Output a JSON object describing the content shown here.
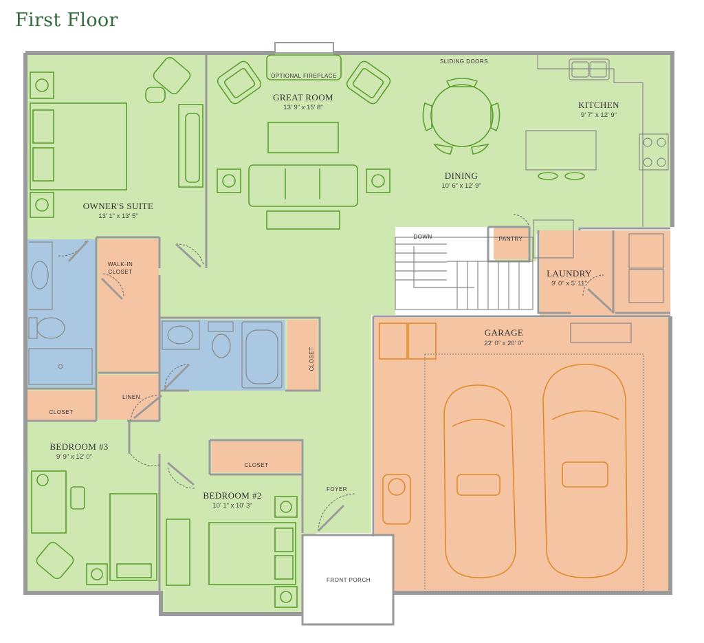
{
  "title": "First Floor",
  "colors": {
    "living": "#cfe8b2",
    "bath": "#aac8e2",
    "storage": "#f5c4a3",
    "outdoor": "#ffffff",
    "wall": "#9a9a9a",
    "furniture": "#5aa02c",
    "vehicle": "#e08a2a",
    "title": "#2f6b3a"
  },
  "rooms": {
    "owners_suite": {
      "name": "OWNER'S SUITE",
      "dims": "13' 1\" x 13' 5\""
    },
    "great_room": {
      "name": "GREAT ROOM",
      "dims": "13' 9\" x 15' 8\""
    },
    "dining": {
      "name": "DINING",
      "dims": "10' 6\" x 12' 9\""
    },
    "kitchen": {
      "name": "KITCHEN",
      "dims": "9' 7\" x 12' 9\""
    },
    "laundry": {
      "name": "LAUNDRY",
      "dims": "9' 0\" x 5' 11\""
    },
    "garage": {
      "name": "GARAGE",
      "dims": "22' 0\" x 20' 0\""
    },
    "bedroom3": {
      "name": "BEDROOM #3",
      "dims": "9' 9\" x 12' 0\""
    },
    "bedroom2": {
      "name": "BEDROOM #2",
      "dims": "10' 1\" x 10' 3\""
    }
  },
  "small_labels": {
    "fireplace": "OPTIONAL FIREPLACE",
    "sliding_doors": "SLIDING DOORS",
    "walkin_1": "WALK-IN",
    "walkin_2": "CLOSET",
    "pantry": "PANTRY",
    "down": "DOWN",
    "linen": "LINEN",
    "closet_left": "CLOSET",
    "closet_bed2": "CLOSET",
    "closet_bath": "CLOSET",
    "foyer": "FOYER",
    "front_porch": "FRONT PORCH"
  }
}
